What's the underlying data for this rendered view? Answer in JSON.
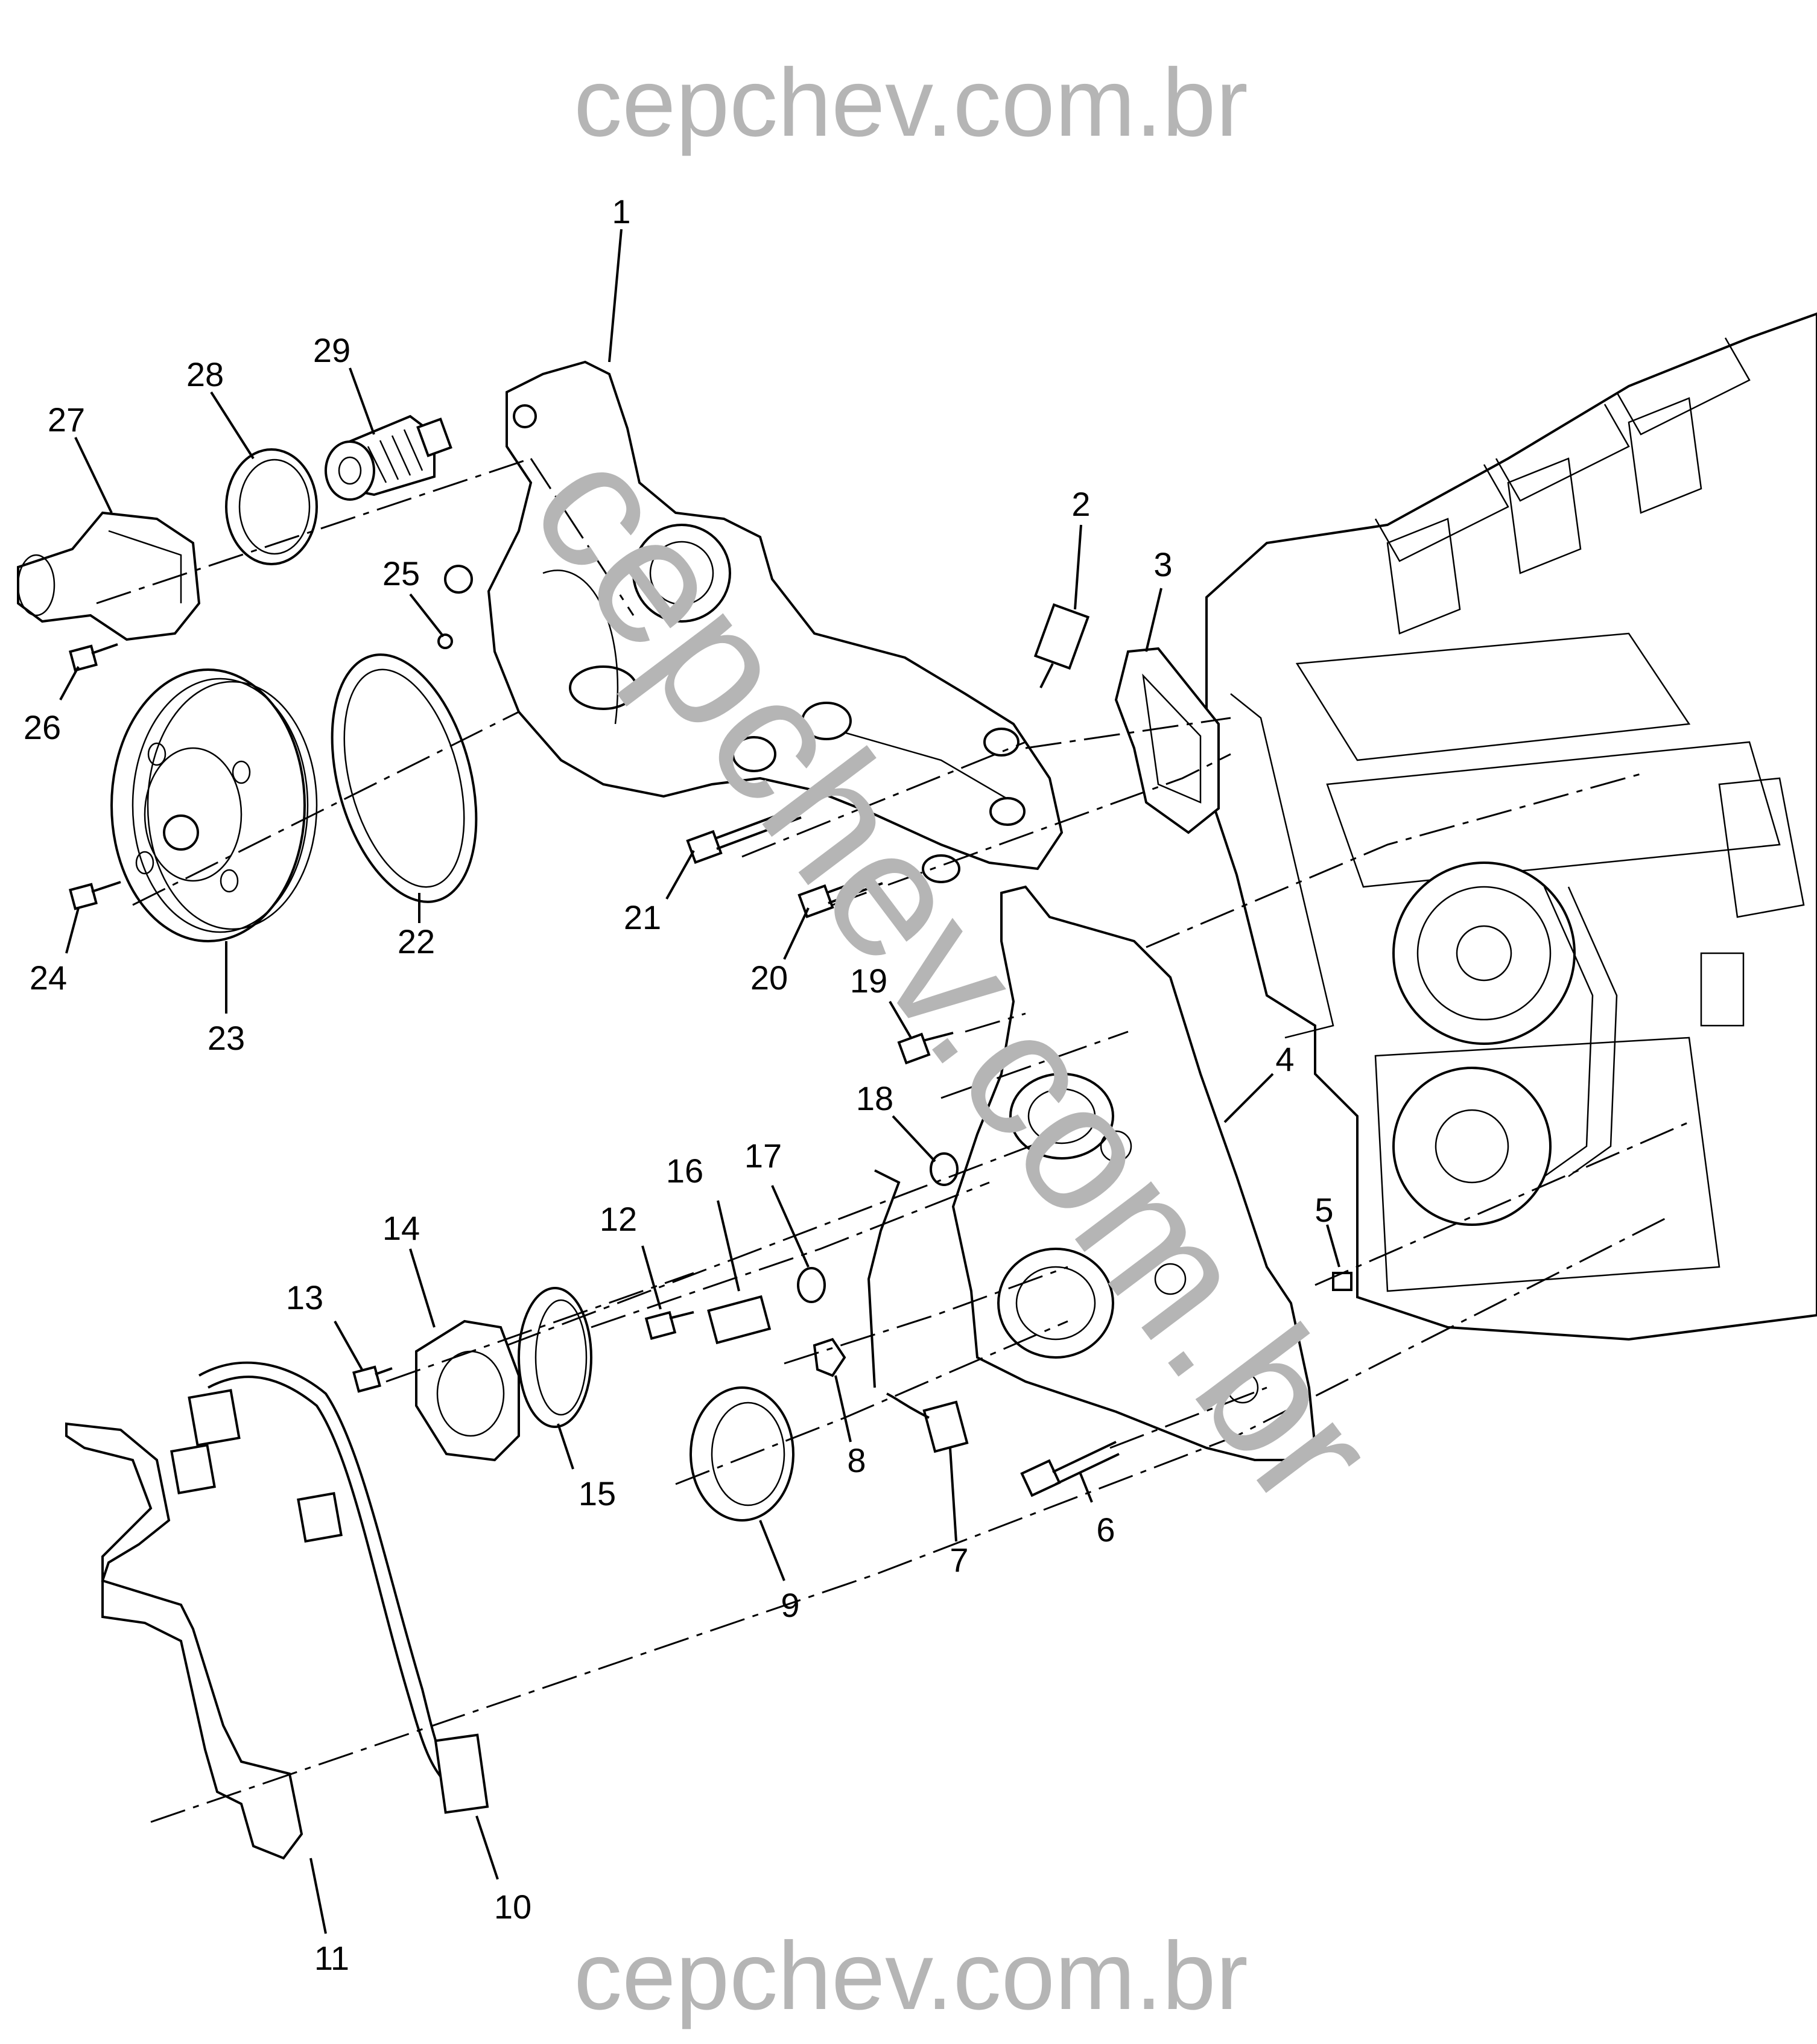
{
  "watermark": {
    "top": "cepchev.com.br",
    "bottom": "cepchev.com.br",
    "diagonal": "cepchev.com.br",
    "color": "#b5b5b5"
  },
  "callouts": [
    {
      "id": "c1",
      "text": "1"
    },
    {
      "id": "c2",
      "text": "2"
    },
    {
      "id": "c3",
      "text": "3"
    },
    {
      "id": "c4",
      "text": "4"
    },
    {
      "id": "c5",
      "text": "5"
    },
    {
      "id": "c6",
      "text": "6"
    },
    {
      "id": "c7",
      "text": "7"
    },
    {
      "id": "c8",
      "text": "8"
    },
    {
      "id": "c9",
      "text": "9"
    },
    {
      "id": "c10",
      "text": "10"
    },
    {
      "id": "c11",
      "text": "11"
    },
    {
      "id": "c12",
      "text": "12"
    },
    {
      "id": "c13",
      "text": "13"
    },
    {
      "id": "c14",
      "text": "14"
    },
    {
      "id": "c15",
      "text": "15"
    },
    {
      "id": "c16",
      "text": "16"
    },
    {
      "id": "c17",
      "text": "17"
    },
    {
      "id": "c18",
      "text": "18"
    },
    {
      "id": "c19",
      "text": "19"
    },
    {
      "id": "c20",
      "text": "20"
    },
    {
      "id": "c21",
      "text": "21"
    },
    {
      "id": "c22",
      "text": "22"
    },
    {
      "id": "c23",
      "text": "23"
    },
    {
      "id": "c24",
      "text": "24"
    },
    {
      "id": "c25",
      "text": "25"
    },
    {
      "id": "c26",
      "text": "26"
    },
    {
      "id": "c27",
      "text": "27"
    },
    {
      "id": "c28",
      "text": "28"
    },
    {
      "id": "c29",
      "text": "29"
    }
  ]
}
